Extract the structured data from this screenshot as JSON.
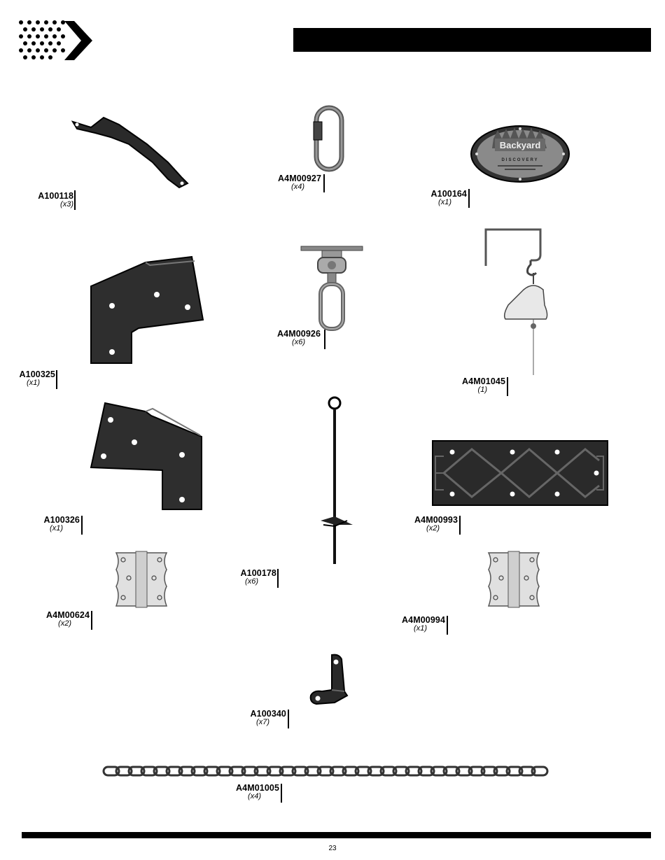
{
  "page_number": "23",
  "plaque": {
    "line1": "Backyard",
    "line2": "DISCOVERY"
  },
  "parts": [
    {
      "code": "A100118",
      "qty": "(x3)"
    },
    {
      "code": "A4M00927",
      "qty": "(x4)"
    },
    {
      "code": "A100164",
      "qty": "(x1)"
    },
    {
      "code": "A100325",
      "qty": "(x1)"
    },
    {
      "code": "A4M00926",
      "qty": "(x6)"
    },
    {
      "code": "A4M01045",
      "qty": "(1)"
    },
    {
      "code": "A100326",
      "qty": "(x1)"
    },
    {
      "code": "A4M00993",
      "qty": "(x2)"
    },
    {
      "code": "A100178",
      "qty": "(x6)"
    },
    {
      "code": "A4M00624",
      "qty": "(x2)"
    },
    {
      "code": "A4M00994",
      "qty": "(x1)"
    },
    {
      "code": "A100340",
      "qty": "(x7)"
    },
    {
      "code": "A4M01005",
      "qty": "(x4)"
    }
  ]
}
